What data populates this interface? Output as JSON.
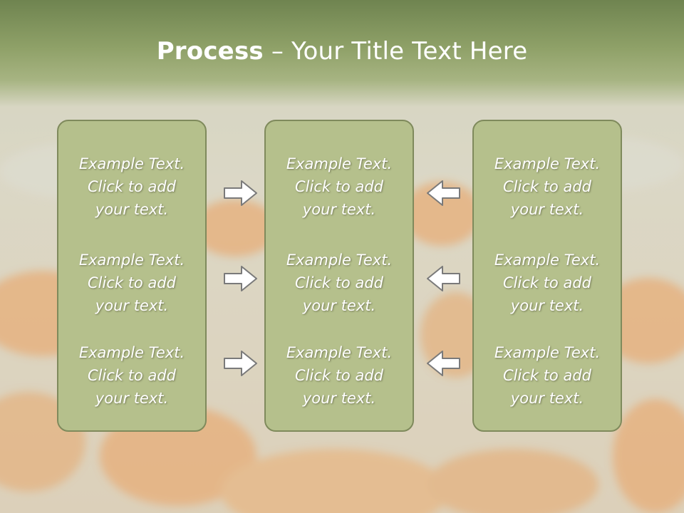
{
  "slide": {
    "title_bold": "Process",
    "title_rest": " – Your Title Text Here"
  },
  "columns": [
    {
      "items": [
        {
          "line1": "Example Text.",
          "line2": "Click  to add",
          "line3": "your text."
        },
        {
          "line1": "Example Text.",
          "line2": "Click  to add",
          "line3": "your text."
        },
        {
          "line1": "Example Text.",
          "line2": "Click  to add",
          "line3": "your text."
        }
      ]
    },
    {
      "items": [
        {
          "line1": "Example Text.",
          "line2": "Click  to add",
          "line3": "your text."
        },
        {
          "line1": "Example Text.",
          "line2": "Click  to add",
          "line3": "your text."
        },
        {
          "line1": "Example Text.",
          "line2": "Click  to add",
          "line3": "your text."
        }
      ]
    },
    {
      "items": [
        {
          "line1": "Example Text.",
          "line2": "Click  to add",
          "line3": "your text."
        },
        {
          "line1": "Example Text.",
          "line2": "Click  to add",
          "line3": "your text."
        },
        {
          "line1": "Example Text.",
          "line2": "Click  to add",
          "line3": "your text."
        }
      ]
    }
  ],
  "arrows": {
    "left_set": "arrow-right-icon",
    "right_set": "arrow-left-icon"
  },
  "colors": {
    "title_band": "#8fa168",
    "box_fill": "#b5c08c",
    "box_border": "#7f8a5c",
    "text": "#ffffff",
    "flowers": "#e8924a"
  }
}
